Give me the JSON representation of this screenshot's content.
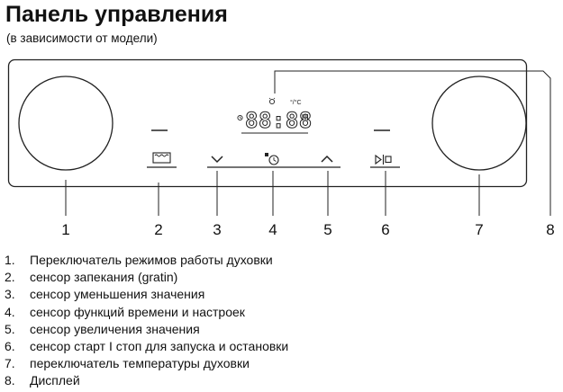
{
  "header": {
    "title": "Панель управления",
    "subtitle": "(в зависимости от модели)"
  },
  "panel": {
    "display_digits": "88:88",
    "display_unit": "°/°C",
    "callouts": [
      "1",
      "2",
      "3",
      "4",
      "5",
      "6",
      "7",
      "8"
    ]
  },
  "legend": {
    "items": [
      {
        "num": "1.",
        "text": "Переключатель режимов работы духовки"
      },
      {
        "num": "2.",
        "text": "сенсор запекания (gratin)"
      },
      {
        "num": "3.",
        "text": "сенсор уменьшения значения"
      },
      {
        "num": "4.",
        "text": "сенсор функций времени и настроек"
      },
      {
        "num": "5.",
        "text": "сенсор увеличения значения"
      },
      {
        "num": "6.",
        "text": "сенсор старт I стоп для запуска и остановки"
      },
      {
        "num": "7.",
        "text": "переключатель температуры духовки"
      },
      {
        "num": "8.",
        "text": "Дисплей"
      }
    ]
  },
  "icons": [
    "mode-knob-icon",
    "gratin-icon",
    "chevron-down-icon",
    "clock-icon",
    "chevron-up-icon",
    "start-stop-icon",
    "temperature-knob-icon",
    "alarm-bell-icon",
    "cooking-icon"
  ]
}
